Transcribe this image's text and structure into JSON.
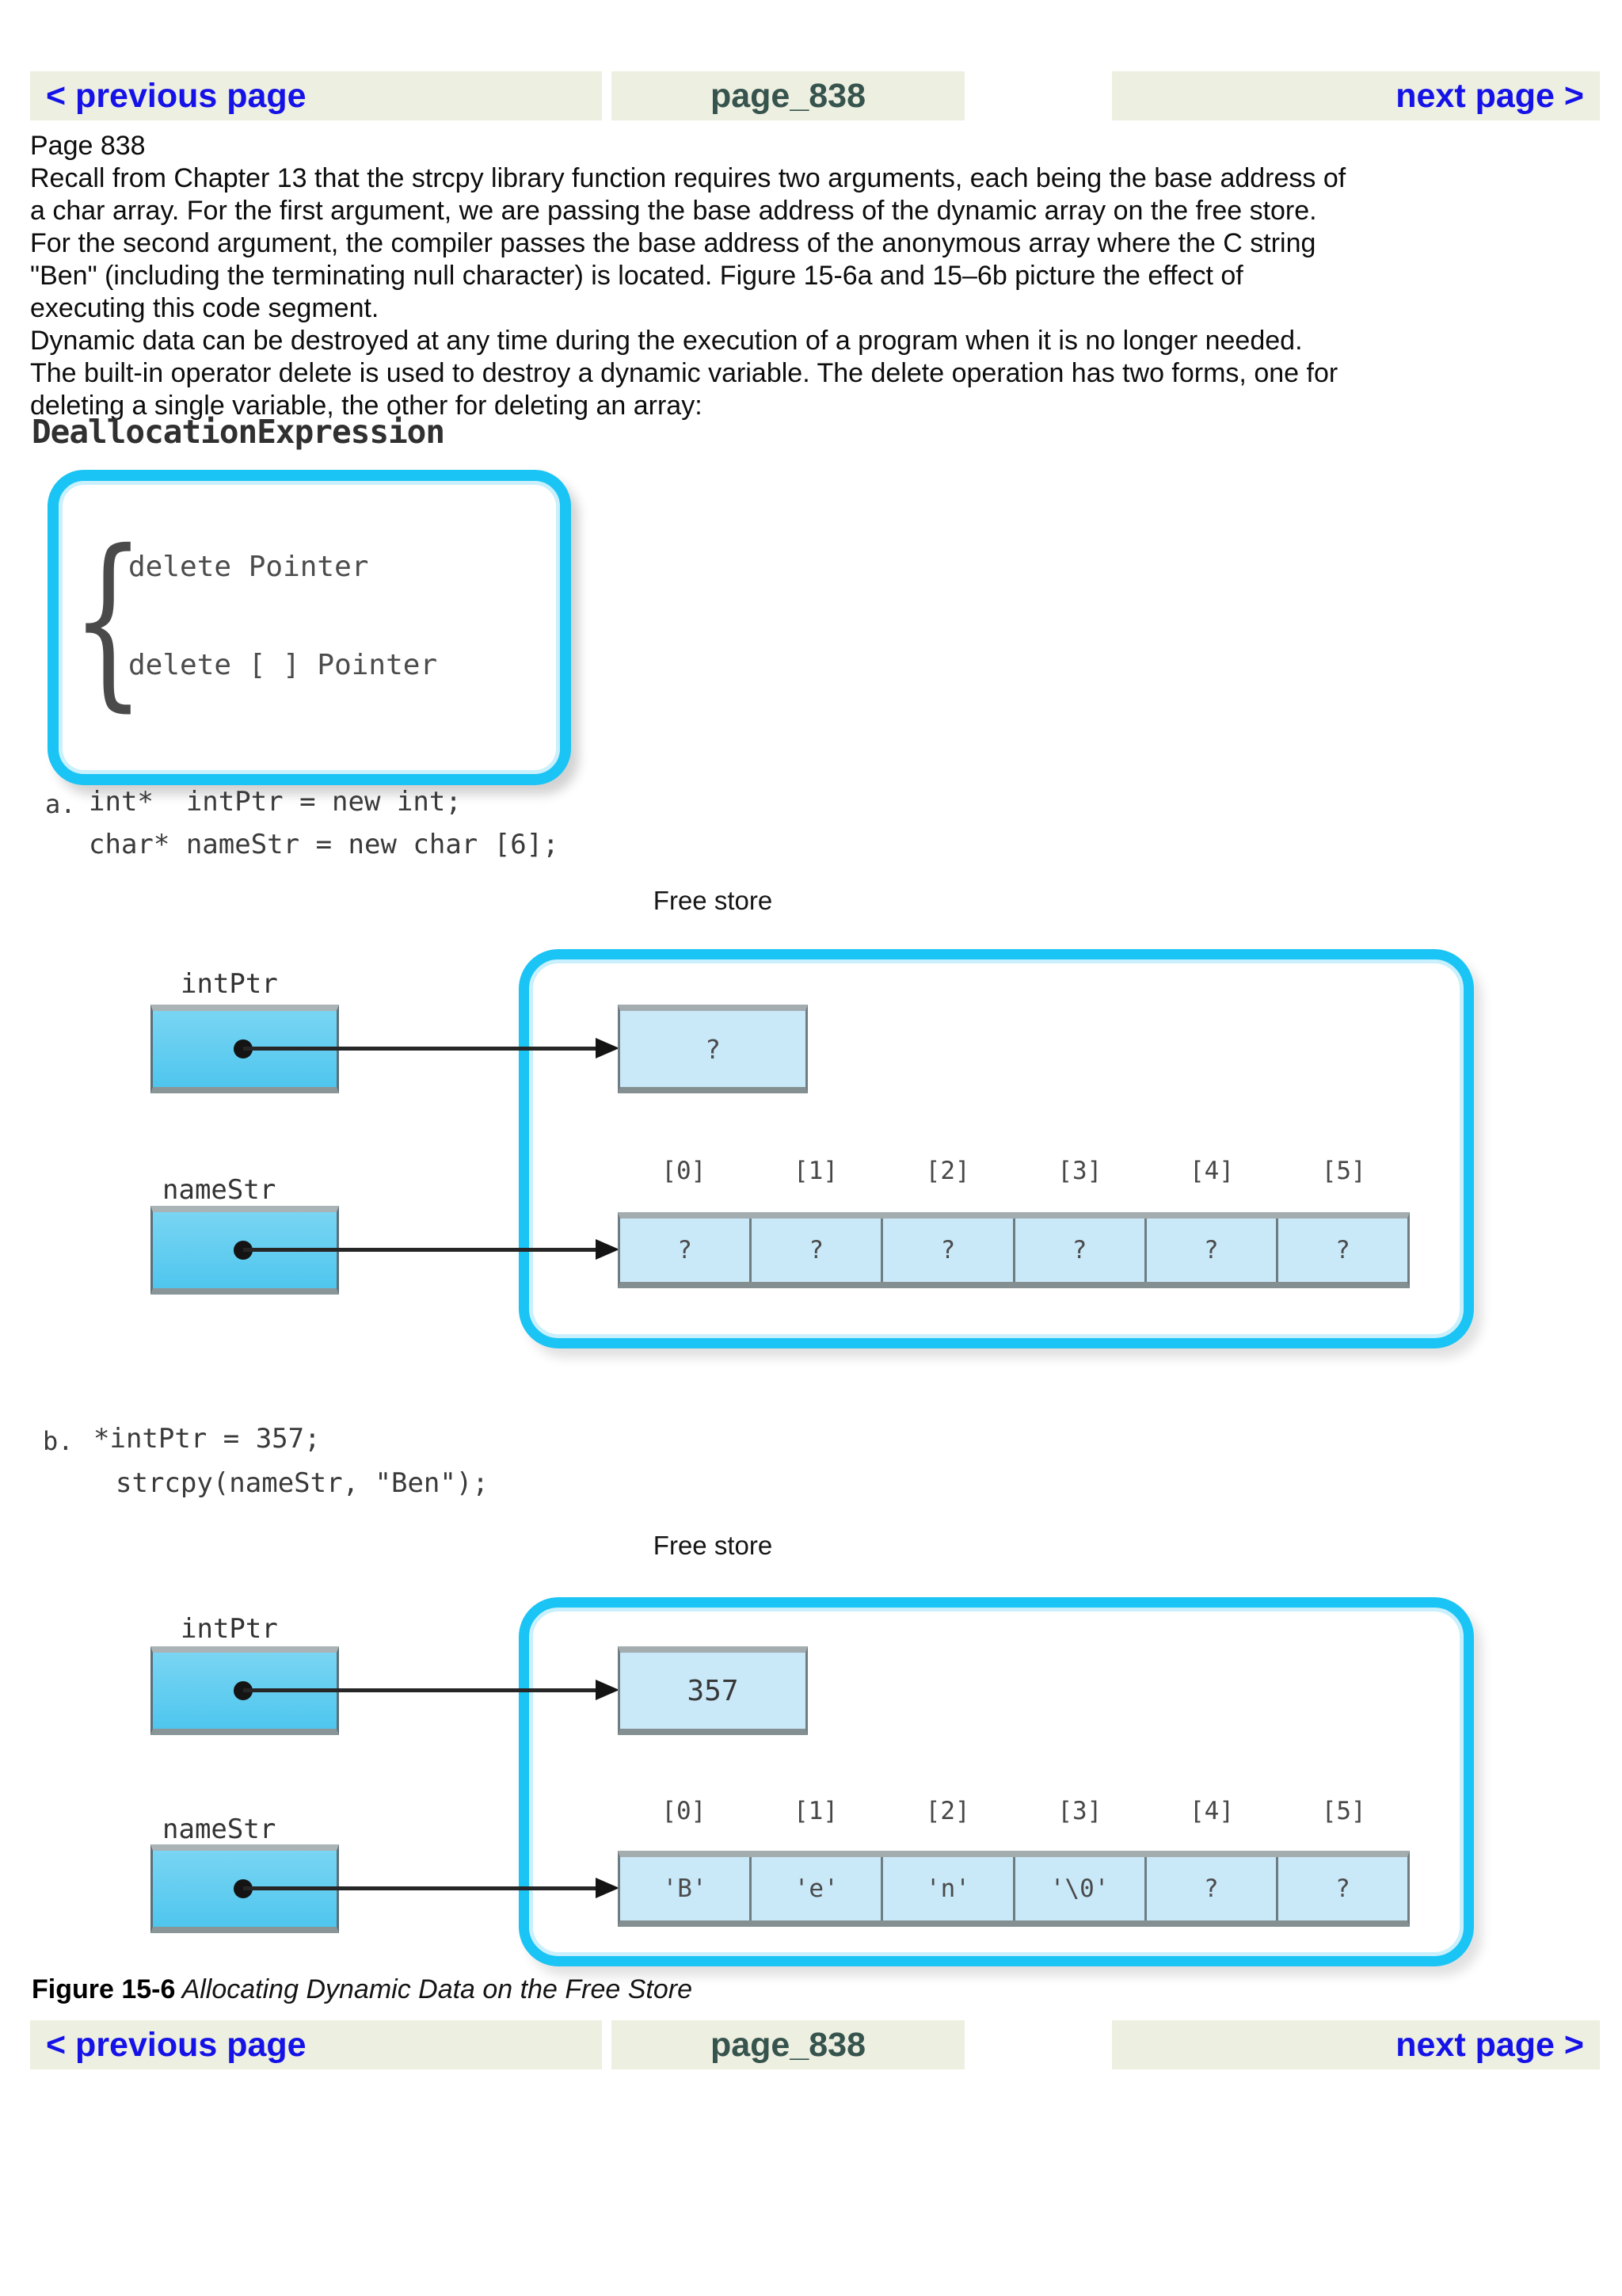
{
  "nav": {
    "previous_label": "< previous page",
    "page_label": "page_838",
    "next_label": "next page >"
  },
  "content": {
    "lines": [
      "Page 838",
      "Recall from Chapter 13 that the strcpy library function requires two arguments, each being the base address of",
      "a char array. For the first argument, we are passing the base address of the dynamic array on the free store.",
      "For the second argument, the compiler passes the base address of the anonymous array where the C string",
      "\"Ben\" (including the terminating null character) is located. Figure 15-6a and 15–6b picture the effect of",
      "executing this code segment.",
      "Dynamic data can be destroyed at any time during the execution of a program when it is no longer needed.",
      "The built-in operator delete is used to destroy a dynamic variable. The delete operation has two forms, one for",
      "deleting a single variable, the other for deleting an array:"
    ]
  },
  "syntax": {
    "heading": "DeallocationExpression",
    "brace": "{",
    "line1": "delete Pointer",
    "line2": "delete [ ] Pointer"
  },
  "code_a": {
    "marker": "a.",
    "line1": "int*  intPtr = new int;",
    "line2": "char* nameStr = new char [6];"
  },
  "code_b": {
    "marker": "b.",
    "line1": "*intPtr = 357;",
    "line2": "strcpy(nameStr, \"Ben\");"
  },
  "figure_a": {
    "free_store_label": "Free store",
    "intptr_label": "intPtr",
    "intptr_value": "?",
    "namestr_label": "nameStr",
    "indices": [
      "[0]",
      "[1]",
      "[2]",
      "[3]",
      "[4]",
      "[5]"
    ],
    "cells": [
      "?",
      "?",
      "?",
      "?",
      "?",
      "?"
    ]
  },
  "figure_b": {
    "free_store_label": "Free store",
    "intptr_label": "intPtr",
    "intptr_value": "357",
    "namestr_label": "nameStr",
    "indices": [
      "[0]",
      "[1]",
      "[2]",
      "[3]",
      "[4]",
      "[5]"
    ],
    "cells": [
      "'B'",
      "'e'",
      "'n'",
      "'\\0'",
      "?",
      "?"
    ]
  },
  "caption": {
    "label": "Figure 15-6",
    "text": " Allocating Dynamic Data on the Free Store"
  },
  "colors": {
    "accent_cyan": "#1ac4f4",
    "pointer_box_fill": "#5bccf1",
    "cell_fill": "#c9e8f8",
    "link_blue": "#1512e8",
    "page_title_green": "#36544d",
    "nav_bg": "#edefe0"
  }
}
